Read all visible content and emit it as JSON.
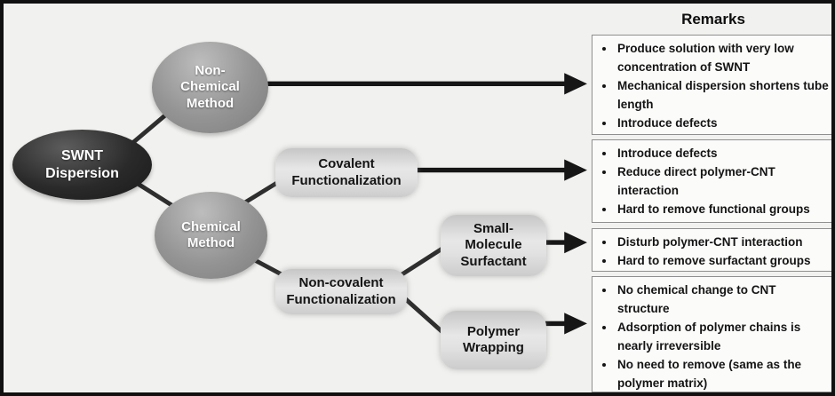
{
  "figure": {
    "background_color": "#f1f1ef",
    "frame_color": "#111111",
    "connector_color": "#2e2e2e",
    "arrow_color": "#161616",
    "remark_box_background": "#fbfbfa",
    "remark_box_border": "#8f8f8f"
  },
  "nodes": {
    "root": {
      "label": "SWNT\nDispersion",
      "fill": "#1f1f1f",
      "text_color": "#ffffff"
    },
    "non_chemical": {
      "label": "Non-\nChemical\nMethod",
      "fill": "#8c8c8c",
      "text_color": "#ffffff"
    },
    "chemical": {
      "label": "Chemical\nMethod",
      "fill": "#8c8c8c",
      "text_color": "#ffffff"
    },
    "covalent": {
      "label": "Covalent\nFunctionalization",
      "fill": "#d9d9d9",
      "text_color": "#141414"
    },
    "non_covalent": {
      "label": "Non-covalent\nFunctionalization",
      "fill": "#d9d9d9",
      "text_color": "#141414"
    },
    "small_molecule": {
      "label": "Small-\nMolecule\nSurfactant",
      "fill": "#d9d9d9",
      "text_color": "#141414"
    },
    "polymer_wrapping": {
      "label": "Polymer\nWrapping",
      "fill": "#d9d9d9",
      "text_color": "#141414"
    }
  },
  "remarks": {
    "title": "Remarks",
    "boxes": [
      {
        "bullets": [
          "Produce solution with very low concentration of SWNT",
          "Mechanical dispersion shortens tube length",
          "Introduce defects"
        ]
      },
      {
        "bullets": [
          "Introduce defects",
          "Reduce direct polymer-CNT interaction",
          "Hard to remove functional groups"
        ]
      },
      {
        "bullets": [
          "Disturb polymer-CNT interaction",
          "Hard to remove surfactant groups"
        ]
      },
      {
        "bullets": [
          "No chemical change to CNT structure",
          "Adsorption of polymer chains is nearly irreversible",
          "No need to remove (same as the polymer matrix)"
        ]
      }
    ]
  }
}
